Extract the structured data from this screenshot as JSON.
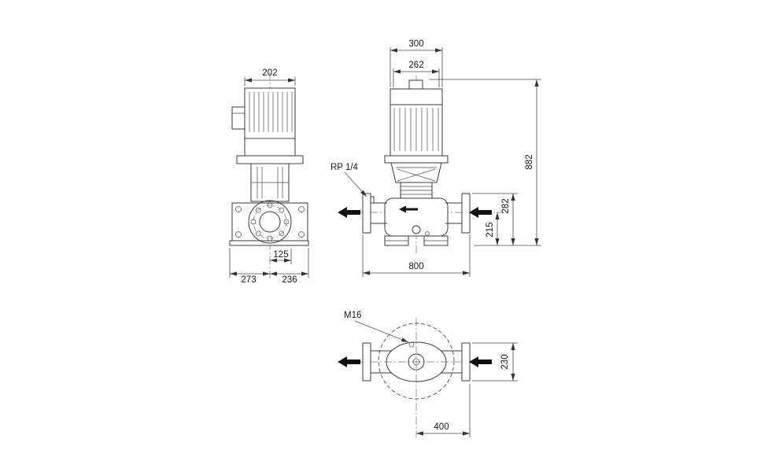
{
  "views": {
    "side": {
      "dims": {
        "motor_width": "202",
        "drain_offset": "125",
        "depth_rear": "273",
        "depth_front": "236"
      }
    },
    "front": {
      "dims": {
        "motor_width": "300",
        "fan_cover_width": "262",
        "total_height": "882",
        "suction_height": "282",
        "axis_height": "215",
        "port_to_port": "800"
      },
      "labels": {
        "gauge_port": "RP 1/4"
      }
    },
    "top": {
      "dims": {
        "flange_depth": "230",
        "center_to_flange": "400"
      },
      "labels": {
        "bolt_size": "M16"
      }
    }
  }
}
